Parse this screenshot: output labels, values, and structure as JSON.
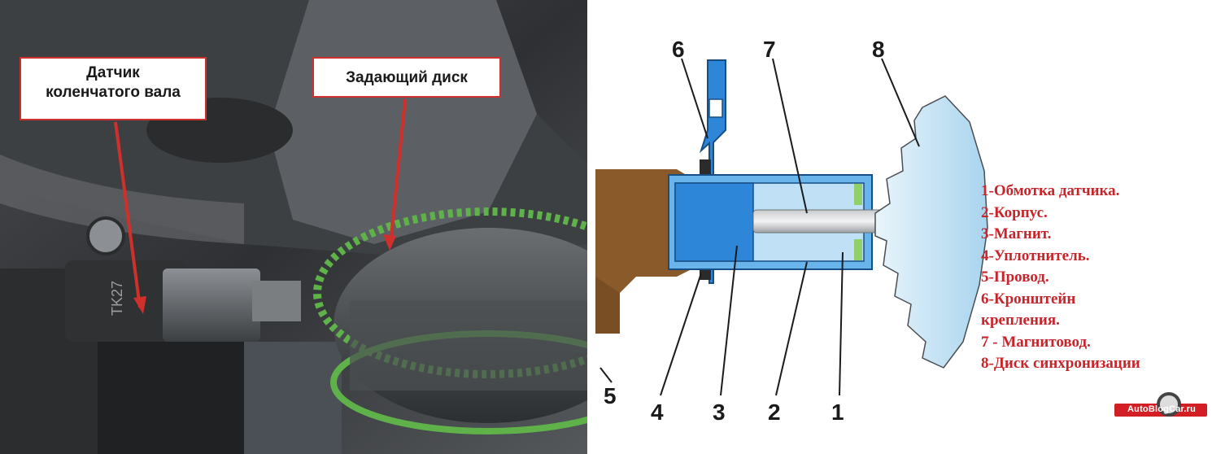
{
  "photo": {
    "callout_sensor": [
      "Датчик",
      "коленчатого вала"
    ],
    "callout_disk": "Задающий диск",
    "sensor_marking": "TK27",
    "colors": {
      "callout_border": "#d0302c",
      "arrow": "#d0302c",
      "ring": "#5fb24a"
    }
  },
  "diagram": {
    "callout_numbers": [
      "6",
      "7",
      "8",
      "5",
      "4",
      "3",
      "2",
      "1"
    ],
    "legend": [
      "1-Обмотка датчика.",
      "2-Корпус.",
      "3-Магнит.",
      "4-Уплотнитель.",
      "5-Провод.",
      "6-Кронштейн",
      "крепления.",
      "7 - Магнитовод.",
      "8-Диск синхронизации"
    ],
    "colors": {
      "legend": "#c8252b",
      "body": "#2e86d9",
      "wire": "#8a5a2b",
      "disk": "#cfe7f5"
    }
  },
  "watermark": "AutoBlogCar.ru"
}
